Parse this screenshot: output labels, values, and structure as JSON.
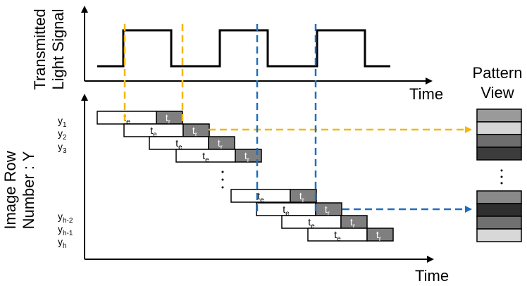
{
  "top_plot": {
    "ylabel_line1": "Transmitted",
    "ylabel_line2": "Light Signal",
    "xlabel": "Time"
  },
  "bottom_plot": {
    "ylabel_line1": "Image Row",
    "ylabel_line2": "Number : Y",
    "xlabel": "Time",
    "row_labels": [
      {
        "base": "y",
        "sub": "1"
      },
      {
        "base": "y",
        "sub": "2"
      },
      {
        "base": "y",
        "sub": "3"
      },
      {
        "base": "y",
        "sub": "h-2"
      },
      {
        "base": "y",
        "sub": "h-1"
      },
      {
        "base": "y",
        "sub": "h"
      }
    ],
    "exposure_label": {
      "base": "t",
      "sub": "e"
    },
    "readout_label": {
      "base": "t",
      "sub": "r"
    },
    "ellipsis": "·\n·\n·"
  },
  "pattern_view": {
    "title_line1": "Pattern",
    "title_line2": "View",
    "group1_shades": [
      "#9a9a9a",
      "#d6d6d6",
      "#6e6e6e",
      "#3c3c3c"
    ],
    "group2_shades": [
      "#8a8a8a",
      "#2f2f2f",
      "#707070",
      "#d8d8d8"
    ]
  },
  "colors": {
    "orange": "#f5b800",
    "blue": "#1f6fc0",
    "readout_fill": "#7f7f7f"
  }
}
